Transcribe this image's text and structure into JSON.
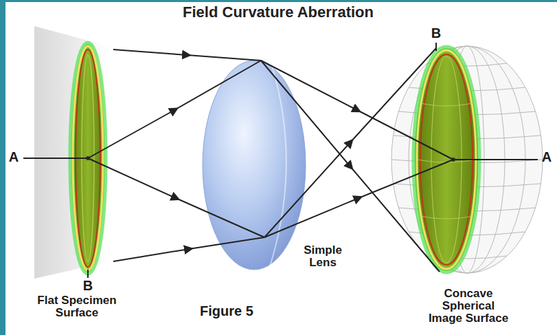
{
  "diagram": {
    "title": "Field Curvature Aberration",
    "labels": [
      "A",
      "B",
      "A",
      "B",
      "Simple Lens",
      "Flat Specimen Surface",
      "Figure 5",
      "Concave Spherical Image Surface"
    ]
  }
}
